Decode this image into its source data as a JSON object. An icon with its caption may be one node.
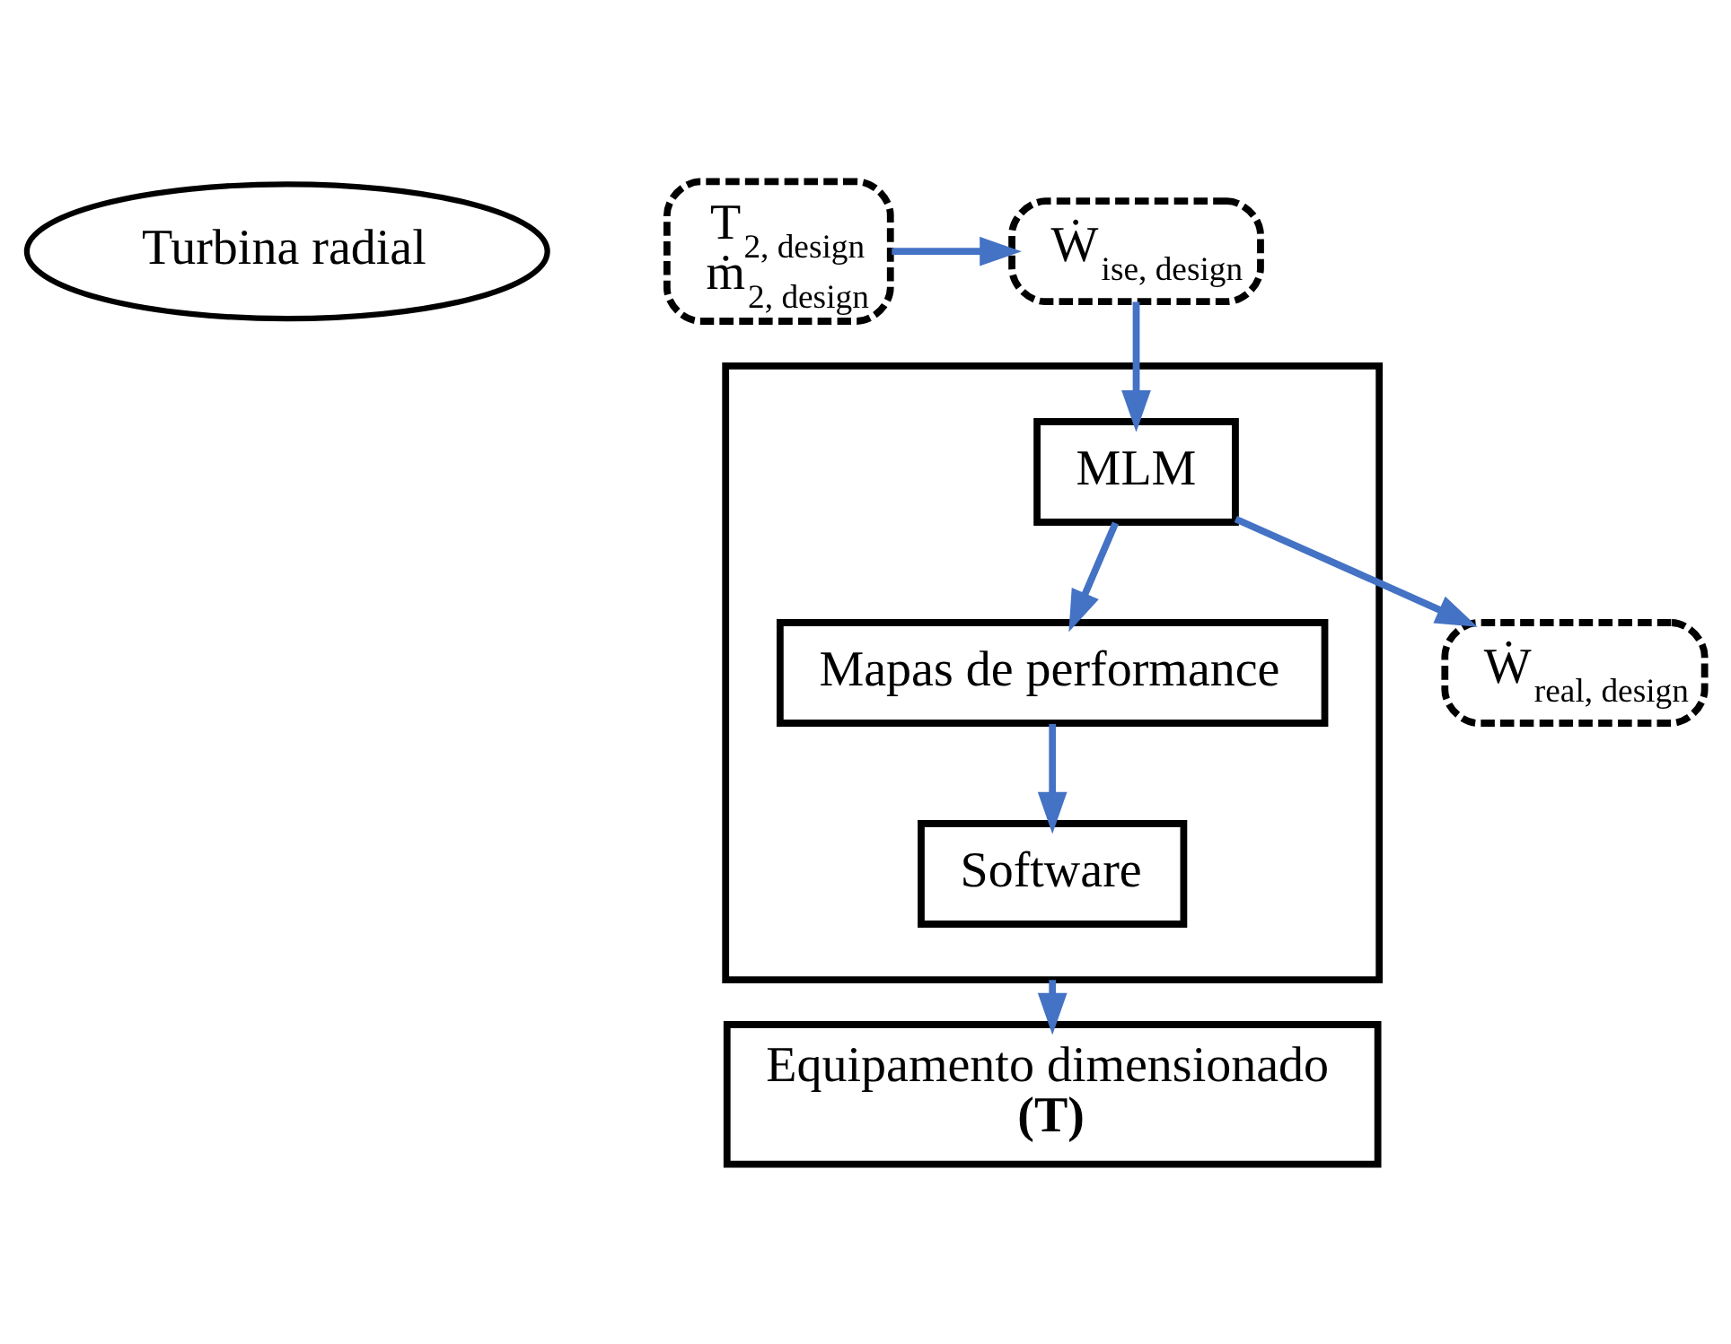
{
  "diagram": {
    "nodes": [
      {
        "text": [
          "Turbina radial"
        ]
      },
      {
        "text": [
          "Ẇ$_{ise, design}$"
        ]
      },
      {
        "text": [
          "T$_{2, design}$",
          "ṁ$_{2, design}$"
        ]
      },
      {
        "text": [],
        "shape": "box"
      },
      {
        "text": [
          "MLM"
        ],
        "in": 3
      },
      {
        "text": [
          "Mapas de performance"
        ],
        "in": 3
      },
      {
        "text": [
          "Software"
        ],
        "in": 3
      },
      {
        "text": [
          "Ẇ$_{real, design}$"
        ]
      },
      {
        "text": [
          "Equipamento dimensionado",
          "(T)"
        ]
      }
    ],
    "edges": [
      {
        "from": 2,
        "to": 1,
        "arrow": "to"
      },
      {
        "from": 1,
        "to": 4,
        "arrow": "to"
      },
      {
        "from": 4,
        "to": 7,
        "arrow": "to"
      },
      {
        "from": 4,
        "to": 5,
        "arrow": "to"
      },
      {
        "from": 5,
        "to": 6,
        "arrow": "to"
      },
      {
        "from": 3,
        "to": 8,
        "arrow": "to"
      }
    ]
  }
}
